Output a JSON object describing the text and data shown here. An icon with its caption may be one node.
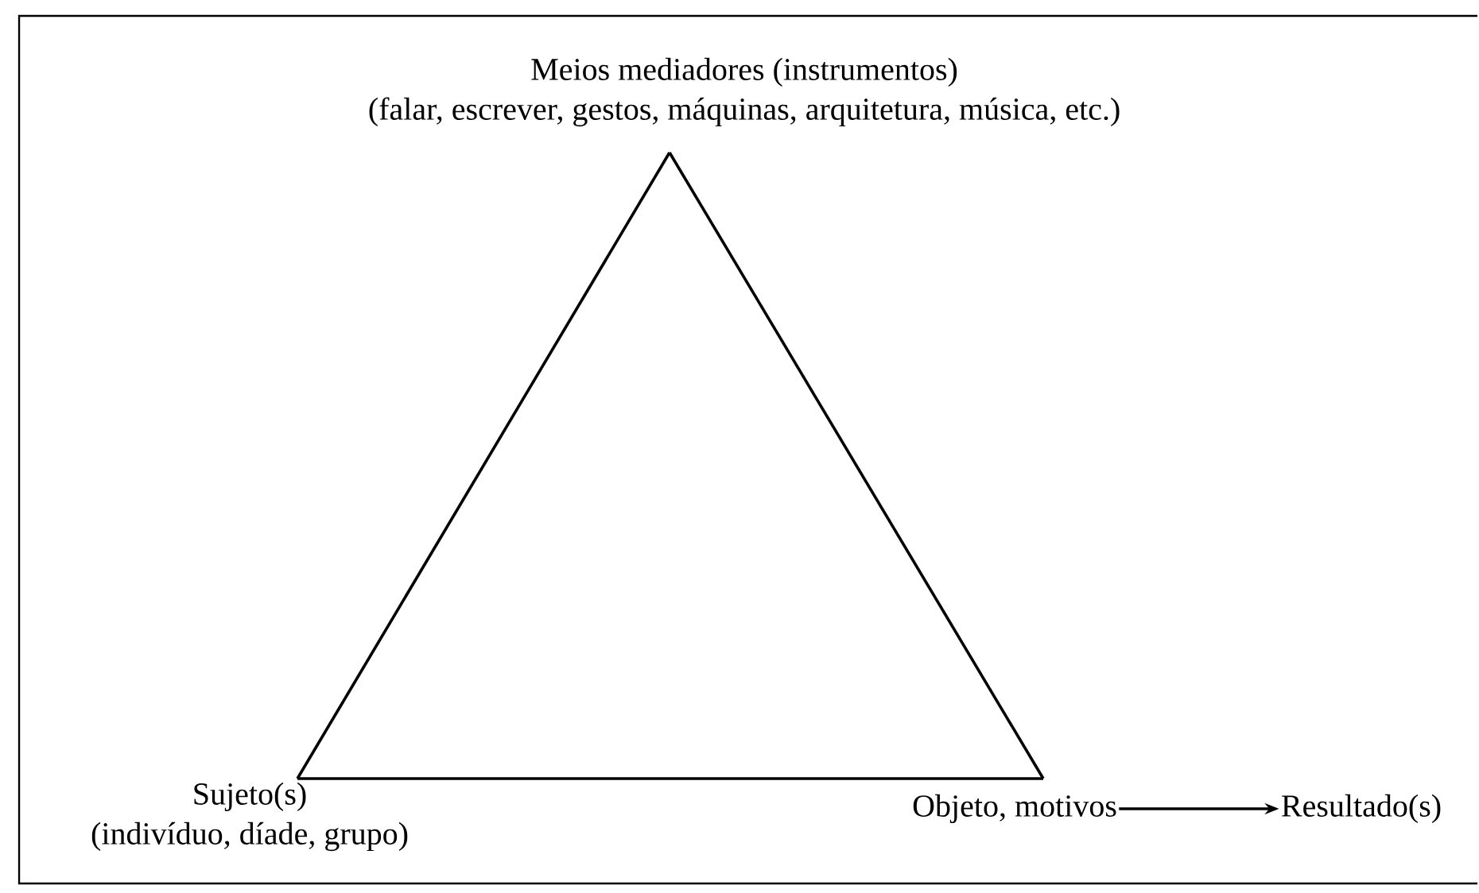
{
  "diagram": {
    "nodes": [
      {
        "text": [
          "Meios mediadores (instrumentos)",
          "(falar, escrever, gestos, máquinas, arquitetura, música, etc.)"
        ]
      },
      {
        "text": [
          "Sujeto(s)",
          "(indivíduo, díade, grupo)"
        ]
      },
      {
        "text": [
          "Objeto, motivos"
        ]
      },
      {
        "text": [
          "Resultado(s)"
        ]
      }
    ],
    "edges": [
      {
        "from": 0,
        "to": 1,
        "arrow": "none"
      },
      {
        "from": 1,
        "to": 2,
        "arrow": "none"
      },
      {
        "from": 2,
        "to": 0,
        "arrow": "none"
      },
      {
        "from": 2,
        "to": 3,
        "arrow": "to"
      }
    ]
  }
}
